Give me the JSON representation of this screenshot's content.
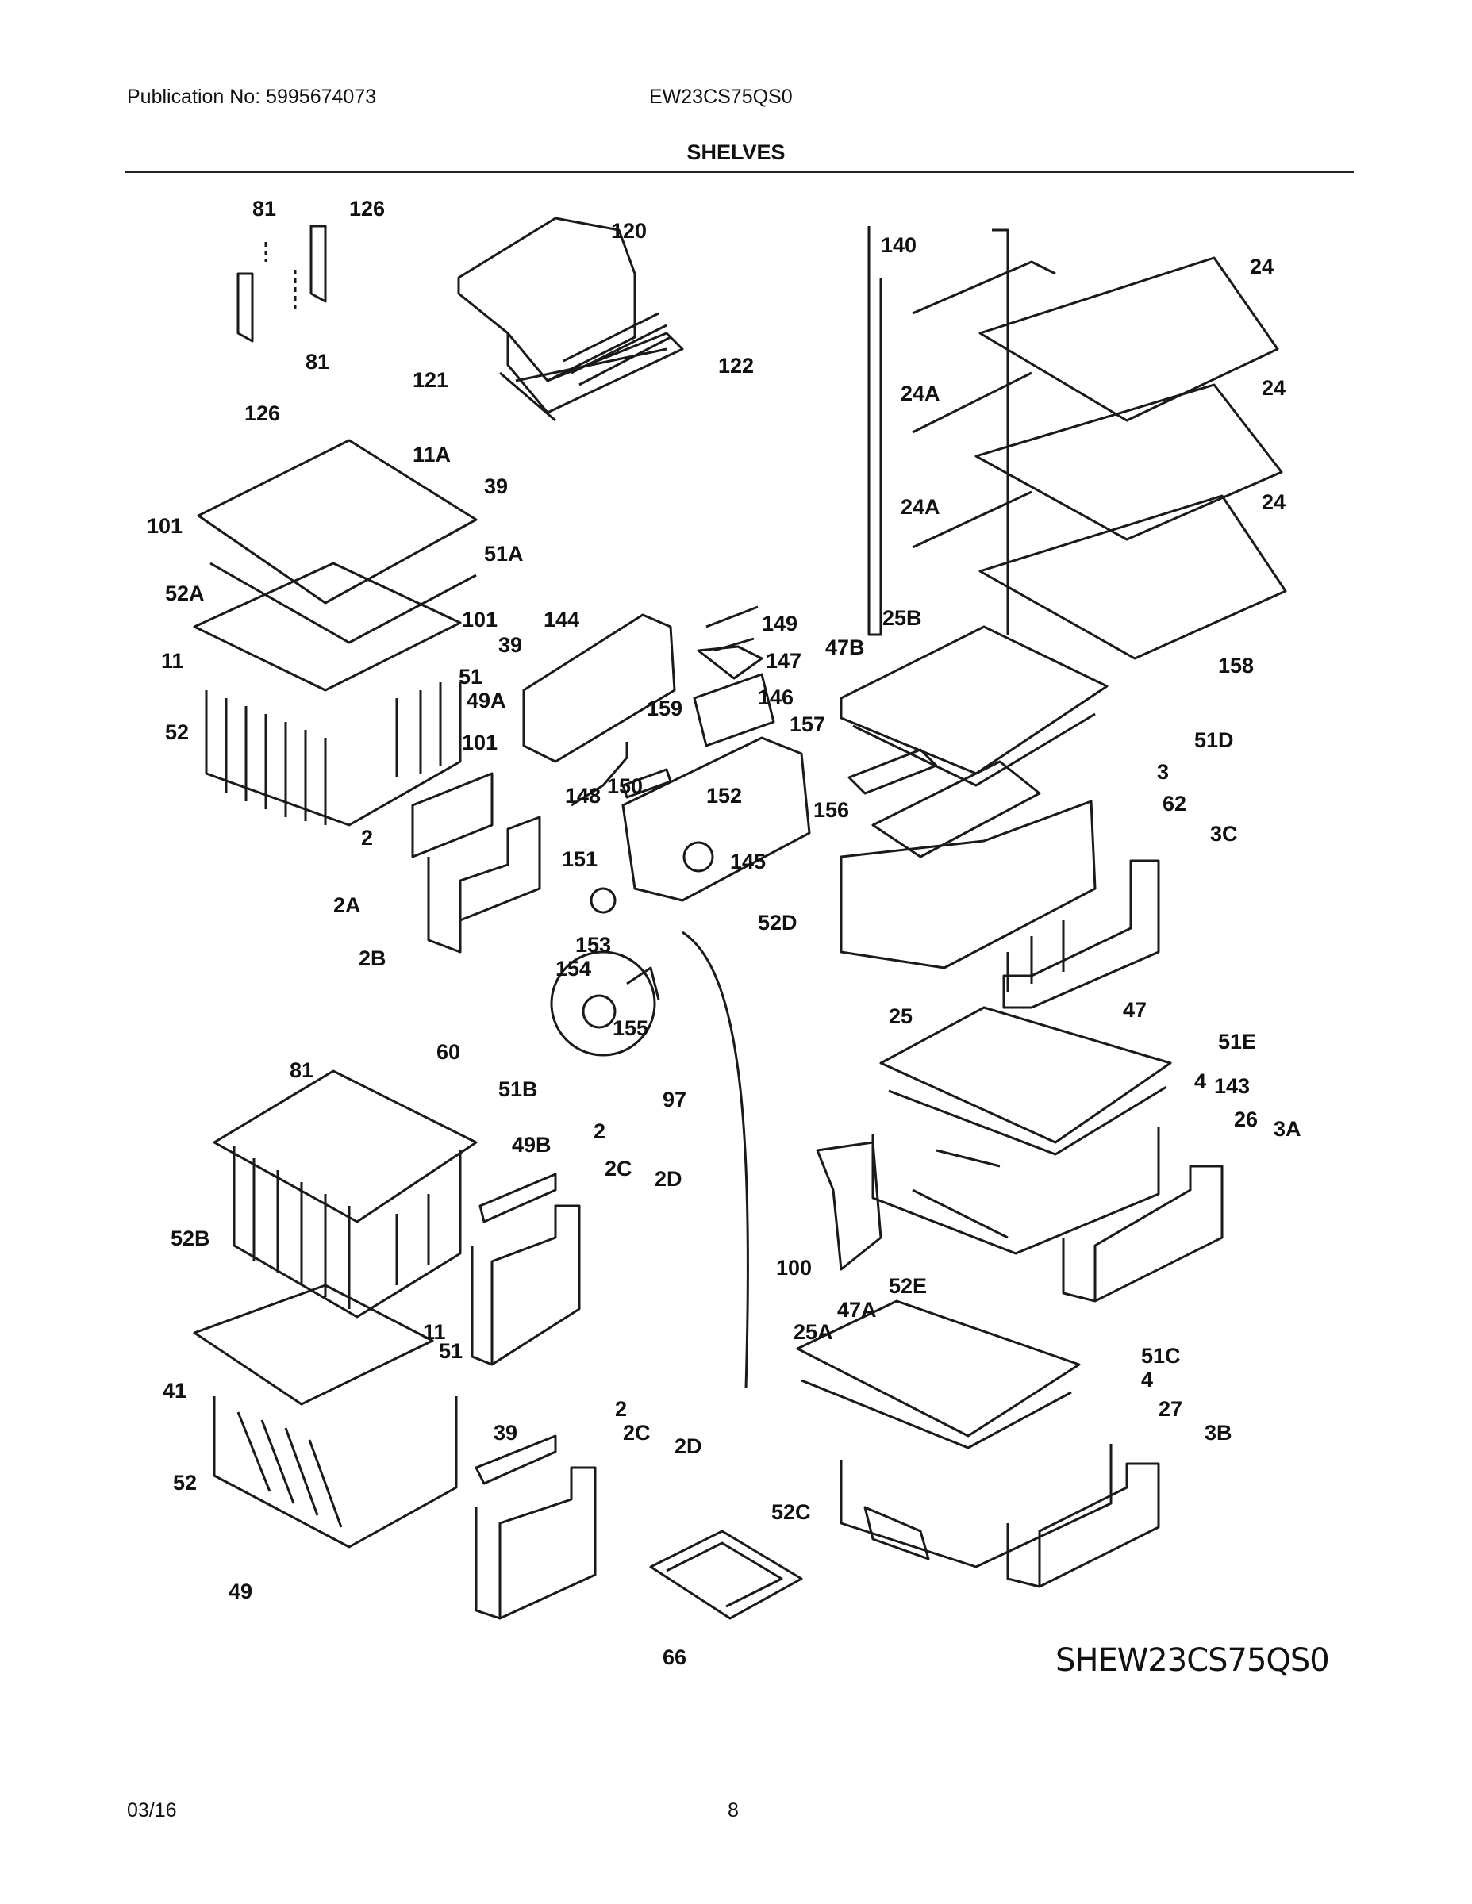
{
  "header": {
    "publication": "Publication No: 5995674073",
    "model": "EW23CS75QS0",
    "section_title": "SHELVES"
  },
  "diagram": {
    "figure_id": "SHEW23CS75QS0",
    "callouts": [
      "81",
      "126",
      "81",
      "126",
      "120",
      "121",
      "122",
      "140",
      "24",
      "24A",
      "24",
      "24A",
      "24",
      "25B",
      "11A",
      "39",
      "101",
      "51A",
      "52A",
      "101",
      "39",
      "11",
      "51",
      "49A",
      "52",
      "101",
      "144",
      "149",
      "147",
      "146",
      "159",
      "157",
      "148",
      "150",
      "152",
      "145",
      "151",
      "47B",
      "158",
      "51D",
      "3",
      "62",
      "156",
      "3C",
      "52D",
      "2",
      "2A",
      "2B",
      "153",
      "154",
      "155",
      "81",
      "60",
      "51B",
      "97",
      "49B",
      "2",
      "2C",
      "2D",
      "52B",
      "25",
      "47",
      "51E",
      "4",
      "143",
      "26",
      "3A",
      "100",
      "52E",
      "47A",
      "25A",
      "51C",
      "4",
      "27",
      "3B",
      "41",
      "11",
      "51",
      "39",
      "52",
      "2",
      "2C",
      "2D",
      "52C",
      "49",
      "66"
    ]
  },
  "footer": {
    "date": "03/16",
    "page": "8"
  }
}
